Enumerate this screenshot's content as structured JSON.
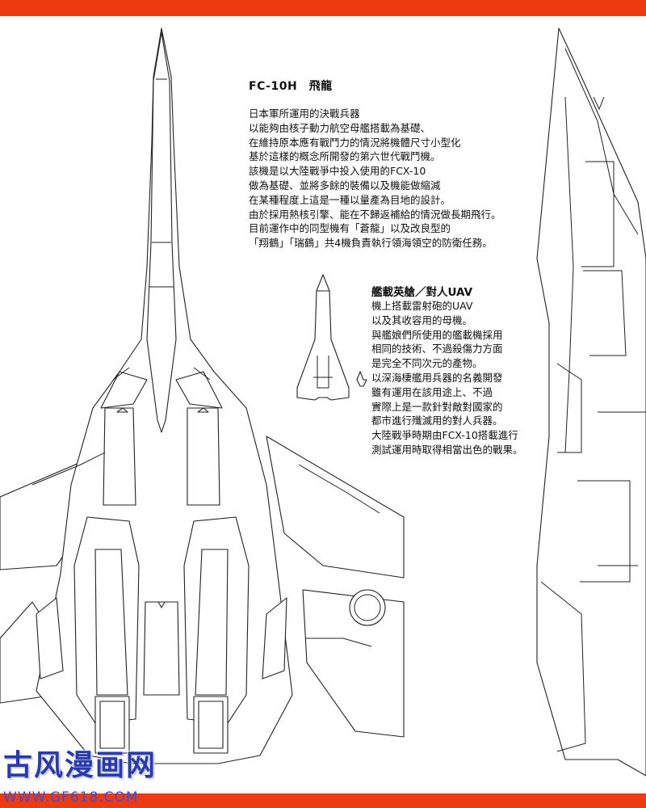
{
  "colors": {
    "accent_bar": "#ee3a10",
    "line_art": "#222222",
    "logo_blue": "#2a3aa8"
  },
  "heading": "FC-10H　飛龍",
  "description": [
    "日本軍所運用的決戰兵器",
    "以能夠由核子動力航空母艦搭載為基礎、",
    "在維持原本應有戰鬥力的情況將機體尺寸小型化",
    "基於這樣的概念所開發的第六世代戰鬥機。",
    "該機是以大陸戰爭中投入使用的FCX-10",
    "做為基礎、並將多餘的裝備以及機能做縮減",
    "在某種程度上這是一種以量產為目地的設計。",
    "由於採用熱核引擎、能在不歸返補給的情況做長期飛行。",
    "目前運作中的同型機有「蒼龍」以及改良型的",
    "「翔鶴」「瑞鶴」共4機負責執行領海領空的防衛任務。"
  ],
  "uav": {
    "title": "艦載英艙／對人UAV",
    "description": [
      "機上搭載雷射砲的UAV",
      "以及其收容用的母機。",
      "與艦娘們所使用的艦載機採用",
      "相同的技術、不過殺傷力方面",
      "是完全不同次元的產物。",
      "以深海棲艦用兵器的名義開發",
      "雖有運用在該用途上、不過",
      "實際上是一款針對敵對國家的",
      "都市進行殲滅用的對人兵器。",
      "大陸戰爭時期由FCX-10搭載進行",
      "測試運用時取得相當出色的戰果。"
    ]
  },
  "watermark": {
    "logo": "古风漫画网",
    "url": "WWW.GF618.COM"
  }
}
